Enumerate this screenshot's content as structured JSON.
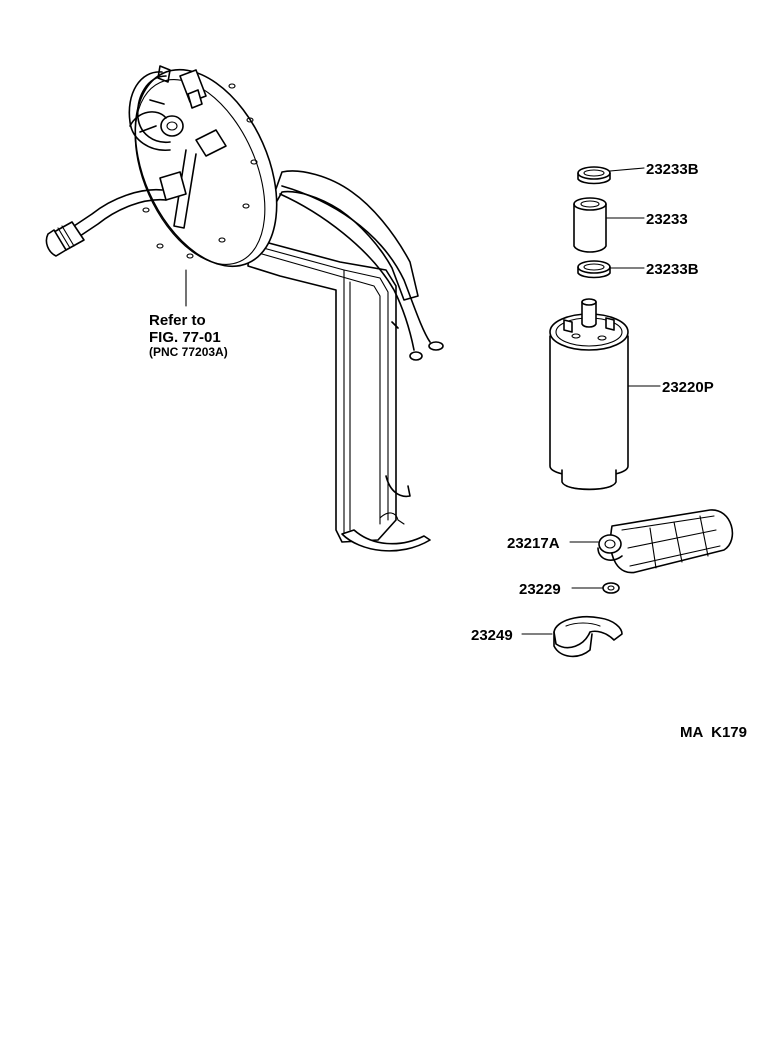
{
  "callouts": {
    "p23233b_top": "23233B",
    "p23233": "23233",
    "p23233b_bottom": "23233B",
    "p23220p": "23220P",
    "p23217a": "23217A",
    "p23229": "23229",
    "p23249": "23249"
  },
  "reference": {
    "line1": "Refer to",
    "line2": "FIG. 77-01",
    "line3": "(PNC 77203A)"
  },
  "figure_code": "MA  K179"
}
